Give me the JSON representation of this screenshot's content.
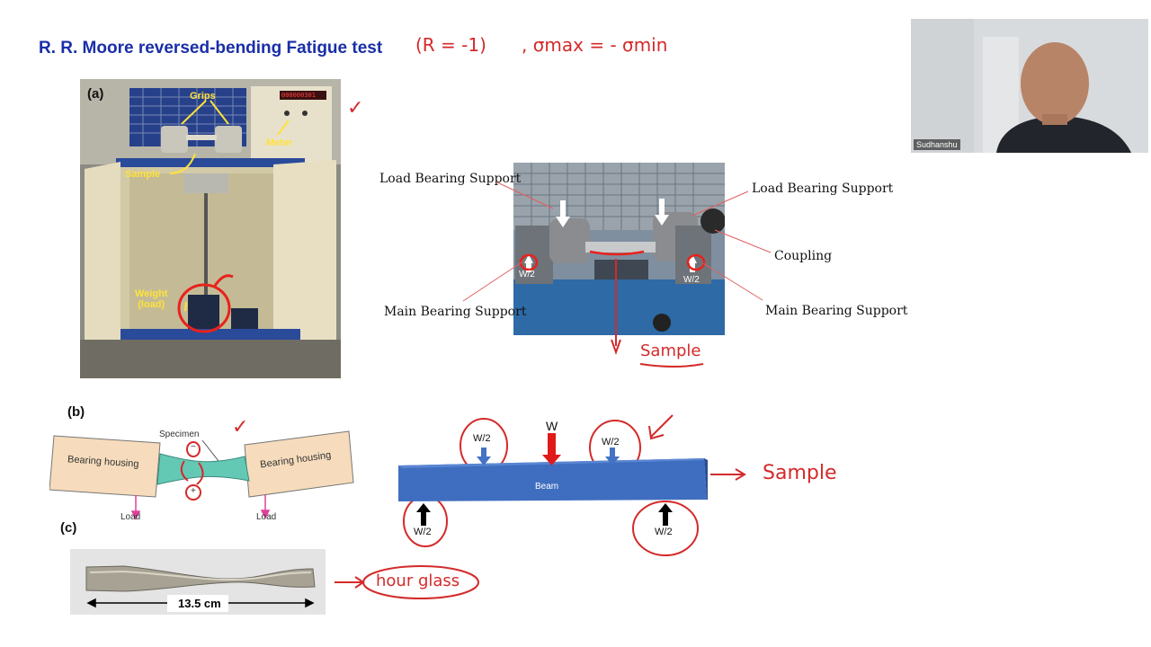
{
  "title": "R. R. Moore reversed-bending Fatigue test",
  "handwritten": {
    "ratio": "(R = -1)",
    "sigma": ", σmax = - σmin",
    "tick_a": "✓",
    "tick_b": "✓",
    "sample_1": "Sample",
    "sample_2": "Sample",
    "hourglass": "hour glass"
  },
  "panel_a": {
    "letter": "(a)",
    "grips": "Grips",
    "meter": "Meter",
    "sample": "Sample",
    "weight": "Weight\n(load)",
    "meter_display": "000000301"
  },
  "photo_labels": {
    "load_left": "Load Bearing Support",
    "load_right": "Load Bearing Support",
    "coupling": "Coupling",
    "main_left": "Main Bearing Support",
    "main_right": "Main Bearing Support",
    "w2_left": "W/2",
    "w2_right": "W/2"
  },
  "panel_b": {
    "letter": "(b)",
    "housing_left": "Bearing housing",
    "housing_right": "Bearing housing",
    "specimen": "Specimen",
    "load_left": "Load",
    "load_right": "Load",
    "minus": "−",
    "plus": "+"
  },
  "beam": {
    "label": "Beam",
    "w": "W",
    "w2_top_left": "W/2",
    "w2_top_right": "W/2",
    "w2_bottom_left": "W/2",
    "w2_bottom_right": "W/2",
    "color": "#4472c4"
  },
  "panel_c": {
    "letter": "(c)",
    "length": "13.5 cm"
  },
  "webcam": {
    "name": "Sudhanshu"
  }
}
